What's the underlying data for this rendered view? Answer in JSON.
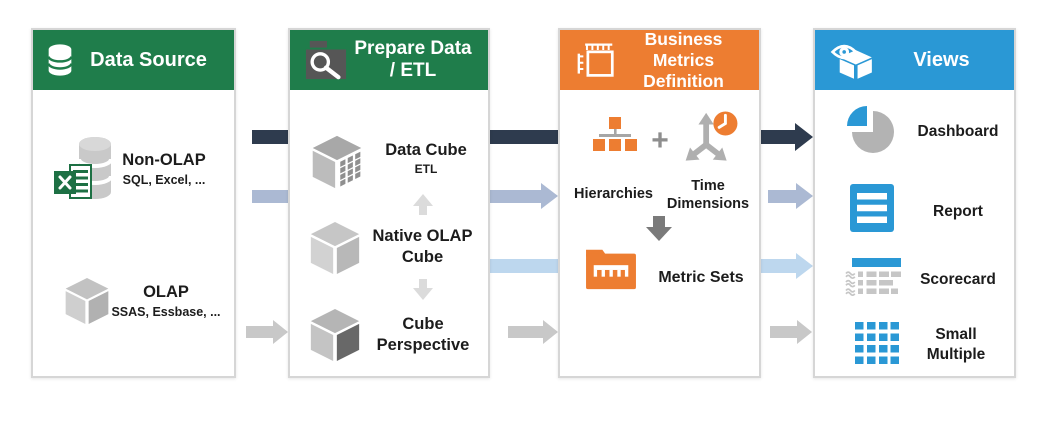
{
  "colors": {
    "green_header": "#1f7d4b",
    "orange_header": "#ed7d31",
    "blue_header": "#2a98d5",
    "excel_green": "#1d7044",
    "arrow_navy": "#2e3b4e",
    "arrow_slate": "#abb9d3",
    "arrow_light_blue": "#bdd7ee",
    "arrow_gray": "#c8c8c8",
    "inner_arrow_light": "#dbdbdb",
    "inner_arrow_dark": "#7a7a7a"
  },
  "panels": [
    {
      "title": "Data Source",
      "items": [
        {
          "label": "Non-OLAP",
          "sublabel": "SQL, Excel, ..."
        },
        {
          "label": "OLAP",
          "sublabel": "SSAS, Essbase, ..."
        }
      ]
    },
    {
      "title_line1": "Prepare Data",
      "title_line2": "/ ETL",
      "items": [
        {
          "label": "Data Cube",
          "sublabel": "ETL"
        },
        {
          "label": "Native OLAP Cube"
        },
        {
          "label": "Cube Perspective"
        }
      ]
    },
    {
      "title_line1": "Business Metrics",
      "title_line2": "Definition",
      "plus_sign": "+",
      "items": [
        {
          "label": "Hierarchies"
        },
        {
          "label": "Time Dimensions"
        },
        {
          "label": "Metric Sets"
        }
      ]
    },
    {
      "title": "Views",
      "items": [
        {
          "label": "Dashboard"
        },
        {
          "label": "Report"
        },
        {
          "label": "Scorecard"
        },
        {
          "label": "Small Multiple"
        }
      ]
    }
  ],
  "connectors": [
    {
      "from": "Data Source",
      "to": "Views",
      "color": "#2e3b4e"
    },
    {
      "from": "Data Source",
      "to": "Business Metrics Definition",
      "color": "#abb9d3"
    },
    {
      "from": "Business Metrics Definition",
      "to": "Views",
      "color": "#abb9d3"
    },
    {
      "from": "Prepare Data / ETL",
      "to": "Views",
      "color": "#bdd7ee"
    },
    {
      "from": "Data Source",
      "to": "Prepare Data / ETL",
      "color": "#c8c8c8"
    },
    {
      "from": "Prepare Data / ETL",
      "to": "Business Metrics Definition",
      "color": "#c8c8c8"
    },
    {
      "from": "Business Metrics Definition",
      "to": "Views",
      "color": "#c8c8c8"
    },
    {
      "from": "Native OLAP Cube",
      "to": "Data Cube",
      "color": "#dbdbdb"
    },
    {
      "from": "Native OLAP Cube",
      "to": "Cube Perspective",
      "color": "#dbdbdb"
    },
    {
      "from": "Hierarchies + Time Dimensions",
      "to": "Metric Sets",
      "color": "#7a7a7a"
    }
  ]
}
